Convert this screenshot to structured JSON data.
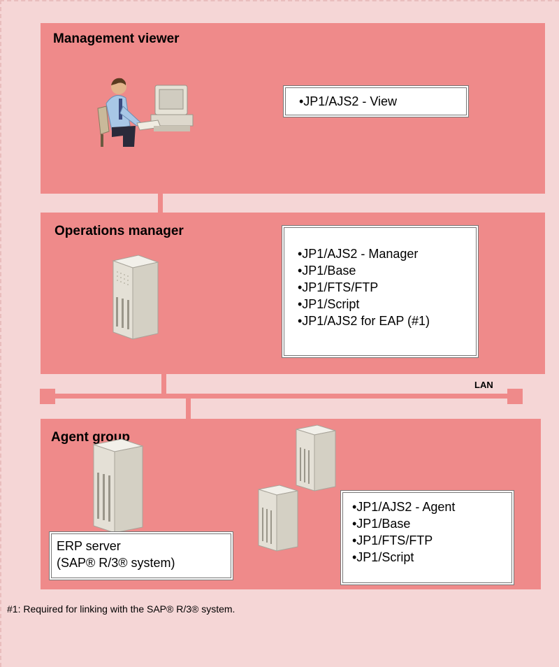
{
  "management_viewer": {
    "title": "Management viewer",
    "items": [
      "•JP1/AJS2 - View"
    ]
  },
  "operations_manager": {
    "title": "Operations manager",
    "items": [
      "•JP1/AJS2 - Manager",
      "•JP1/Base",
      "•JP1/FTS/FTP",
      "•JP1/Script",
      "•JP1/AJS2 for EAP (#1)"
    ]
  },
  "network": {
    "label": "LAN"
  },
  "agent_group": {
    "title": "Agent group",
    "erp_box": [
      "ERP server",
      "(SAP® R/3® system)"
    ],
    "items": [
      "•JP1/AJS2 - Agent",
      "•JP1/Base",
      "•JP1/FTS/FTP",
      "•JP1/Script"
    ]
  },
  "footnote": "#1:  Required for linking with the SAP® R/3® system."
}
